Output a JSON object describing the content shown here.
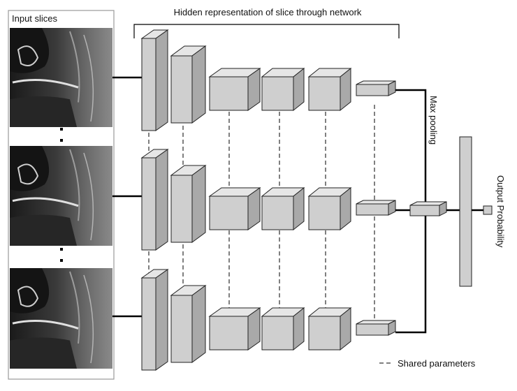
{
  "labels": {
    "input_slices": "Input slices",
    "hidden_representation": "Hidden representation of slice through network",
    "max_pooling": "Max pooling",
    "output_probability": "Output Probability",
    "shared_parameters": "Shared parameters"
  },
  "colors": {
    "block_front": "#cfcfcf",
    "block_top": "#e6e6e6",
    "block_side": "#a9a9a9",
    "line": "#000000",
    "mri_dark": "#141414"
  },
  "diagram": {
    "rows": 3,
    "blocks_per_row": 6,
    "layout": "three parallel convolutional branches sharing parameters, max pooled into a fully connected layer and a single output"
  }
}
